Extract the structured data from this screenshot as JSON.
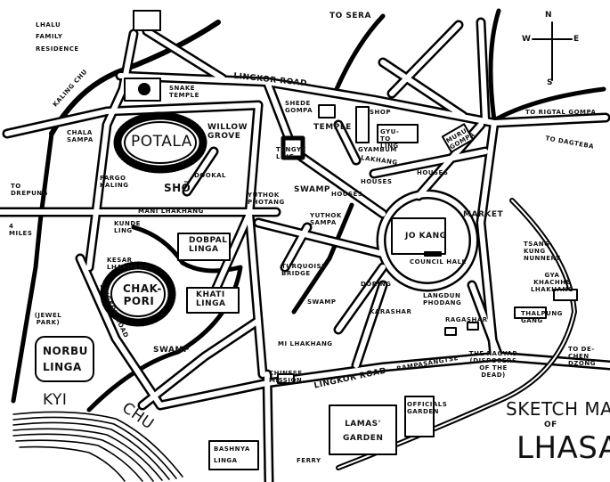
{
  "title": {
    "line1": "SKETCH MAP",
    "line2": "OF",
    "line3": "LHASA"
  },
  "compass": {
    "n": "N",
    "s": "S",
    "e": "E",
    "w": "W"
  },
  "directions": {
    "to_sera": "TO SERA",
    "to_rigtal_gompa": "TO RIGTAL GOMPA",
    "to_dagteba": "TO DAGTEBA",
    "to_drepung": "TO DREPUNG",
    "four_miles": "4 MILES",
    "to_dechen_dzong": "TO DE-CHEN DZONG",
    "ferry": "FERRY"
  },
  "rivers": {
    "kaling_chu": "KALING CHU",
    "kyi": "KYI",
    "chu": "CHU"
  },
  "roads": {
    "lingkor_north": "LINGKOR ROAD",
    "lingkor_west": "LINGKOR ROAD",
    "lingkor_south": "LINGKOR ROAD"
  },
  "places": {
    "lhalu": "LHALU FAMILY RESIDENCE",
    "snake_temple": "SNAKE TEMPLE",
    "shede_gompa": "SHEDE GOMPA",
    "temple": "TEMPLE",
    "shop": "SHOP",
    "yuto_ling": "GYU-TO LING",
    "gyambum": "GYAMBUM",
    "lakhang": "LAKHANG",
    "muru_gompa": "MURU GOMPA",
    "chala_sampa": "CHALA SAMPA",
    "potala": "POTALA",
    "willow_grove": "WILLOW GROVE",
    "tengye_ling": "TENGYE LING",
    "houses1": "HOUSES",
    "houses2": "HOUSES",
    "houses3": "HOUSES",
    "pargo_kaling": "PARGO KALING",
    "sho": "SHŌ",
    "dopkal": "DOOKAL",
    "mani_lhakhang": "MANI LHAKHANG",
    "swamp1": "SWAMP",
    "yuthok_photang": "YUTHOK PHOTANG",
    "yuthok_sampa": "YUTHOK SAMPA",
    "kunde_ling": "KUNDE LING",
    "market": "MARKET",
    "jo_kang": "JO KANG",
    "council_hall": "COUNCIL HALL",
    "tsang_kung": "TSANG-KUNG NUNNERY",
    "dobpal_linga": "DOBPAL LINGA",
    "kesar": "KESAR LHAKHANG",
    "turquoise_bridge": "TURQUOISE BRIDGE",
    "chakpori": "CHAK-PORI",
    "khati_linga": "KHATI LINGA",
    "gya_khachhe": "GYA KHACHHE LHAKHANG",
    "doring": "DORING",
    "langdun": "LANGDUN PHODANG",
    "karashar": "KARASHAR",
    "swamp2": "SWAMP",
    "swamp3": "SWAMP",
    "jewel_park": "(JEWEL PARK)",
    "norbu_linga": "NORBU LINGA",
    "mi_lhakhang": "MI LHAKHANG",
    "thalpung_gang": "THALPUNG GANG",
    "ragashar": "RAGASHAR",
    "rampasangtse": "RAMPASANGTSE",
    "ragyab": "THE RAGYAB (DISPOSERS OF THE DEAD)",
    "chinese_mission": "CHINESE MISSION",
    "lamas_garden": "LAMAS' GARDEN",
    "officials_garden": "OFFICIALS GARDEN",
    "bashnya_linga": "BASHNYA LINGA"
  }
}
